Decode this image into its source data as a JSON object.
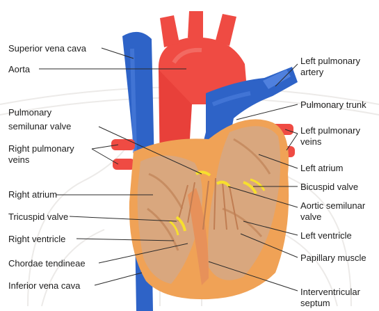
{
  "colors": {
    "deoxygenated_vessel": "#2e63c7",
    "oxygenated_vessel": "#ef4b43",
    "myocardium": "#f0a256",
    "chamber_interior": "#d9a77e",
    "valve": "#f7df2e",
    "label_text": "#1c1c1c",
    "watermark": "#c9c4bf"
  },
  "labels_left": [
    "Superior vena cava",
    "Aorta",
    "Pulmonary",
    "semilunar valve",
    "Right pulmonary",
    "veins",
    "Right atrium",
    "Tricuspid valve",
    "Right ventricle",
    "Chordae tendineae",
    "Inferior vena cava"
  ],
  "labels_right": [
    "Left pulmonary",
    "artery",
    "Pulmonary trunk",
    "Left pulmonary",
    "veins",
    "Left atrium",
    "Bicuspid valve",
    "Aortic semilunar",
    "valve",
    "Left ventricle",
    "Papillary muscle",
    "Interventricular",
    "septum"
  ]
}
